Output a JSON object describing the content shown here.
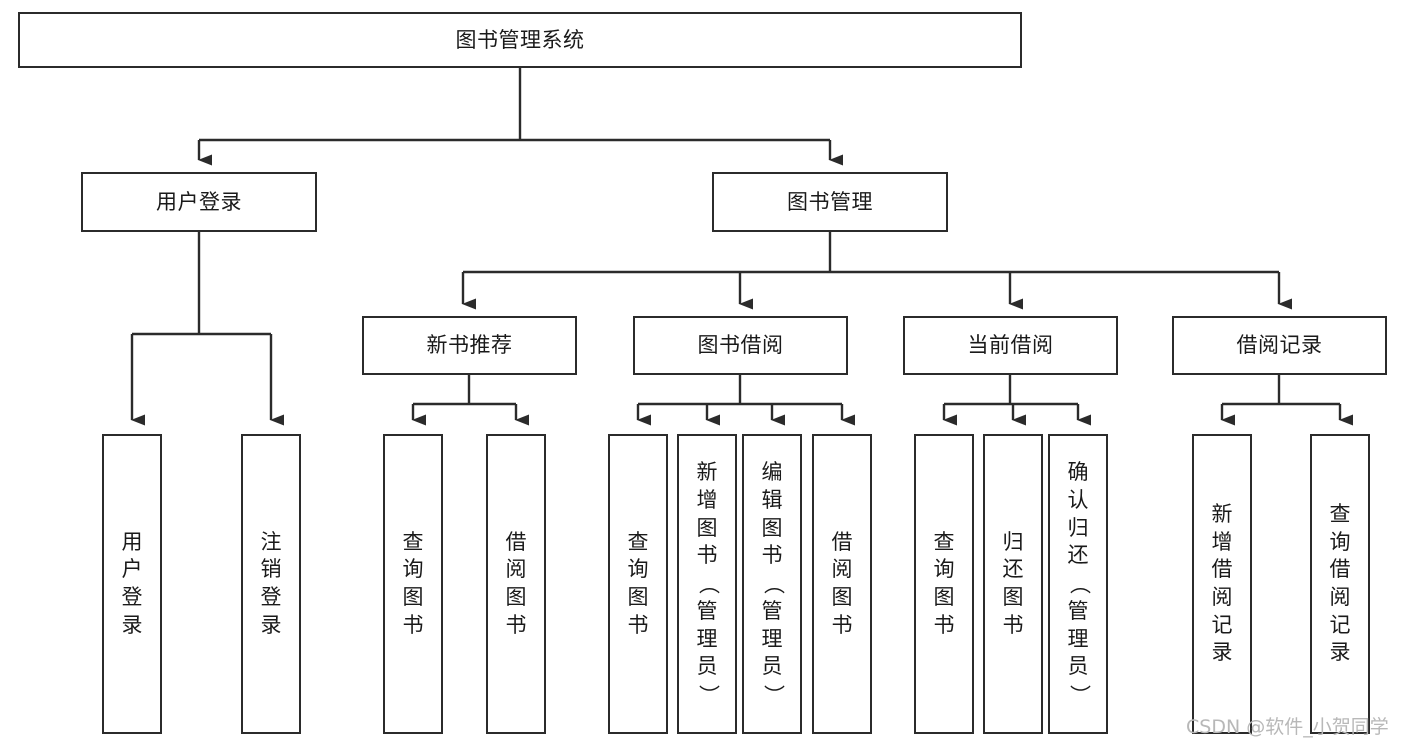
{
  "diagram": {
    "title": "图书管理系统",
    "type": "功能结构图",
    "colors": {
      "stroke": "#2b2b2b",
      "fill": "#ffffff",
      "text": "#1a1a1a",
      "watermark": "#b8b8b8"
    },
    "root": {
      "label": "图书管理系统"
    },
    "level2": [
      {
        "label": "用户登录"
      },
      {
        "label": "图书管理"
      }
    ],
    "level3": [
      {
        "label": "新书推荐"
      },
      {
        "label": "图书借阅"
      },
      {
        "label": "当前借阅"
      },
      {
        "label": "借阅记录"
      }
    ],
    "leaves": {
      "user_login": [
        {
          "label": "用户登录"
        },
        {
          "label": "注销登录"
        }
      ],
      "new_book": [
        {
          "label": "查询图书"
        },
        {
          "label": "借阅图书"
        }
      ],
      "borrow": [
        {
          "label": "查询图书"
        },
        {
          "label": "新增图书（管理员）"
        },
        {
          "label": "编辑图书（管理员）"
        },
        {
          "label": "借阅图书"
        }
      ],
      "current": [
        {
          "label": "查询图书"
        },
        {
          "label": "归还图书"
        },
        {
          "label": "确认归还（管理员）"
        }
      ],
      "records": [
        {
          "label": "新增借阅记录"
        },
        {
          "label": "查询借阅记录"
        }
      ]
    }
  },
  "watermark": {
    "text": "CSDN @软件_小贺同学"
  }
}
